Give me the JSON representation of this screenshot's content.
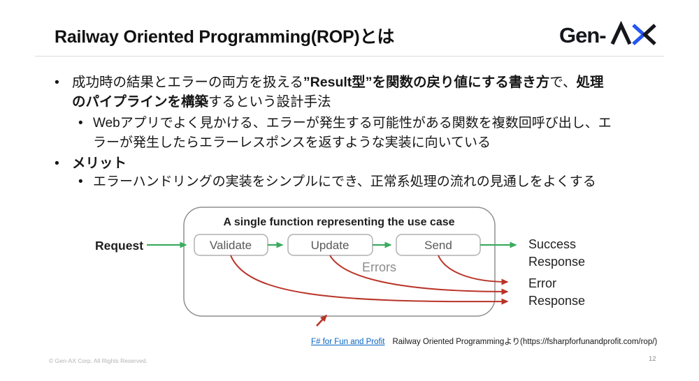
{
  "slide": {
    "page_number": "12"
  },
  "header": {
    "title": "Railway Oriented Programming(ROP)とは",
    "logo_text": "Gen-",
    "logo_name": "Gen-AX",
    "logo_accent_color": "#2456f0",
    "logo_dark_color": "#15171c"
  },
  "content": {
    "bullet_char": "•",
    "line1": {
      "r1": "成功時の結果とエラーの両方を扱える",
      "r2": "”Result型”を関数の戻り値にする書き方",
      "r3": "で、",
      "r4": "処理"
    },
    "line2": {
      "r1": "のパイプラインを構築",
      "r2": "するという設計手法"
    },
    "line3": {
      "r1": "Webアプリでよく見かける、エラーが発生する可能性がある関数を複数回呼び出し、エ"
    },
    "line4": {
      "r1": "ラーが発生したらエラーレスポンスを返すような実装に向いている"
    },
    "line5": {
      "r1": "メリット"
    },
    "line6": {
      "r1": "エラーハンドリングの実装をシンプルにでき、正常系処理の流れの見通しをよくする"
    }
  },
  "diagram": {
    "frame_title": "A single function representing the use case",
    "request_label": "Request",
    "box1": "Validate",
    "box2": "Update",
    "box3": "Send",
    "errors_label": "Errors",
    "success_line1": "Success",
    "success_line2": "Response",
    "error_line1": "Error",
    "error_line2": "Response",
    "colors": {
      "green": "#3cab5f",
      "red": "#b93428",
      "frame_border": "#8f8f8f",
      "box_border": "#b0b0b0",
      "box_text": "#595959",
      "errors_text": "#8c8c8c",
      "label_text": "#1f1f1f"
    }
  },
  "citation": {
    "link_text": "F# for Fun and Profit",
    "source_text": "Railway Oriented Programmingより(https://fsharpforfunandprofit.com/rop/)",
    "link_color": "#0563c1"
  },
  "footer": {
    "copyright": "© Gen-AX Corp. All Rights Reserved."
  }
}
